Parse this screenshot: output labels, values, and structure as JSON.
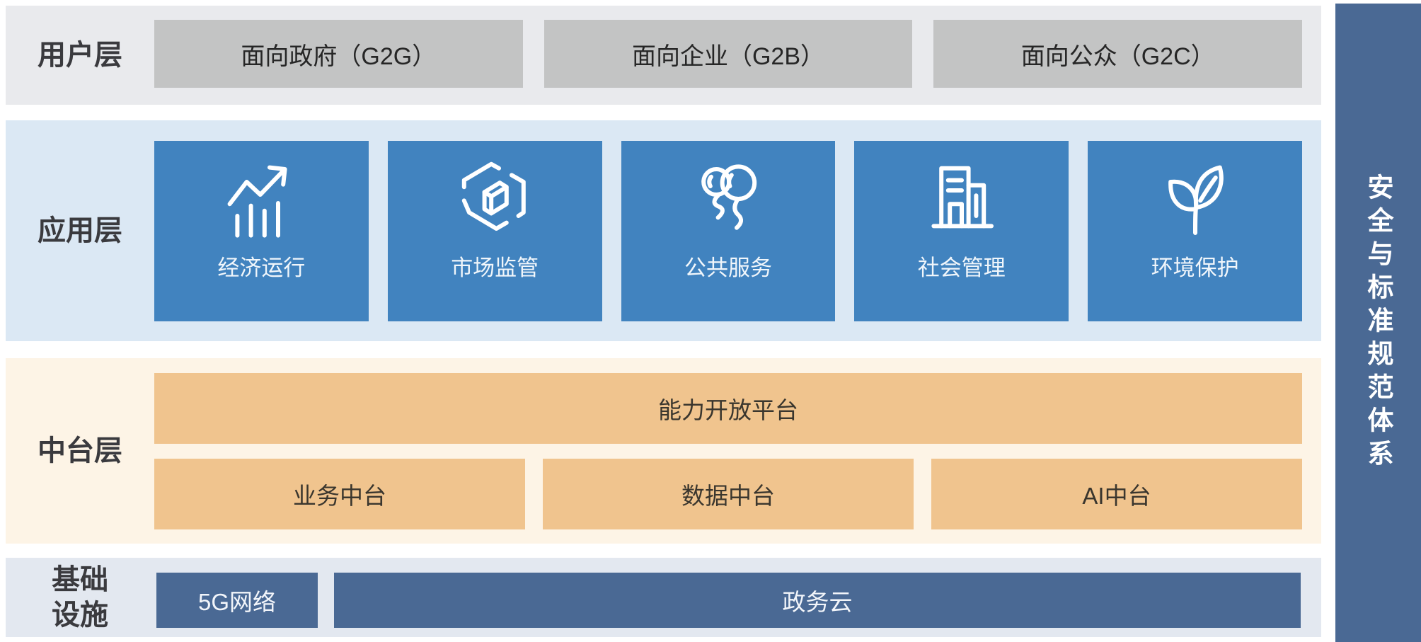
{
  "colors": {
    "band_user_bg": "#e9eaed",
    "band_app_bg": "#dbe8f4",
    "band_platform_bg": "#fdf4e6",
    "band_infra_bg": "#e3e8f0",
    "user_box_bg": "#c3c4c4",
    "app_card_bg": "#4183bf",
    "platform_box_bg": "#f0c48e",
    "infra_box_bg": "#4a6994",
    "security_bar_bg": "#4a6994"
  },
  "layers": {
    "user": {
      "label": "用户层",
      "items": [
        {
          "label": "面向政府（G2G）"
        },
        {
          "label": "面向企业（G2B）"
        },
        {
          "label": "面向公众（G2C）"
        }
      ]
    },
    "application": {
      "label": "应用层",
      "cards": [
        {
          "label": "经济运行",
          "icon": "trend-chart-icon"
        },
        {
          "label": "市场监管",
          "icon": "hexagon-cube-icon"
        },
        {
          "label": "公共服务",
          "icon": "balloons-icon"
        },
        {
          "label": "社会管理",
          "icon": "buildings-icon"
        },
        {
          "label": "环境保护",
          "icon": "leaf-icon"
        }
      ]
    },
    "platform": {
      "label": "中台层",
      "platform_box": {
        "label": "能力开放平台"
      },
      "items": [
        {
          "label": "业务中台"
        },
        {
          "label": "数据中台"
        },
        {
          "label": "AI中台"
        }
      ]
    },
    "infrastructure": {
      "label": "基础设施",
      "items": [
        {
          "label": "5G网络"
        },
        {
          "label": "政务云"
        }
      ]
    }
  },
  "security_bar": {
    "label": "安全与标准规范体系"
  }
}
